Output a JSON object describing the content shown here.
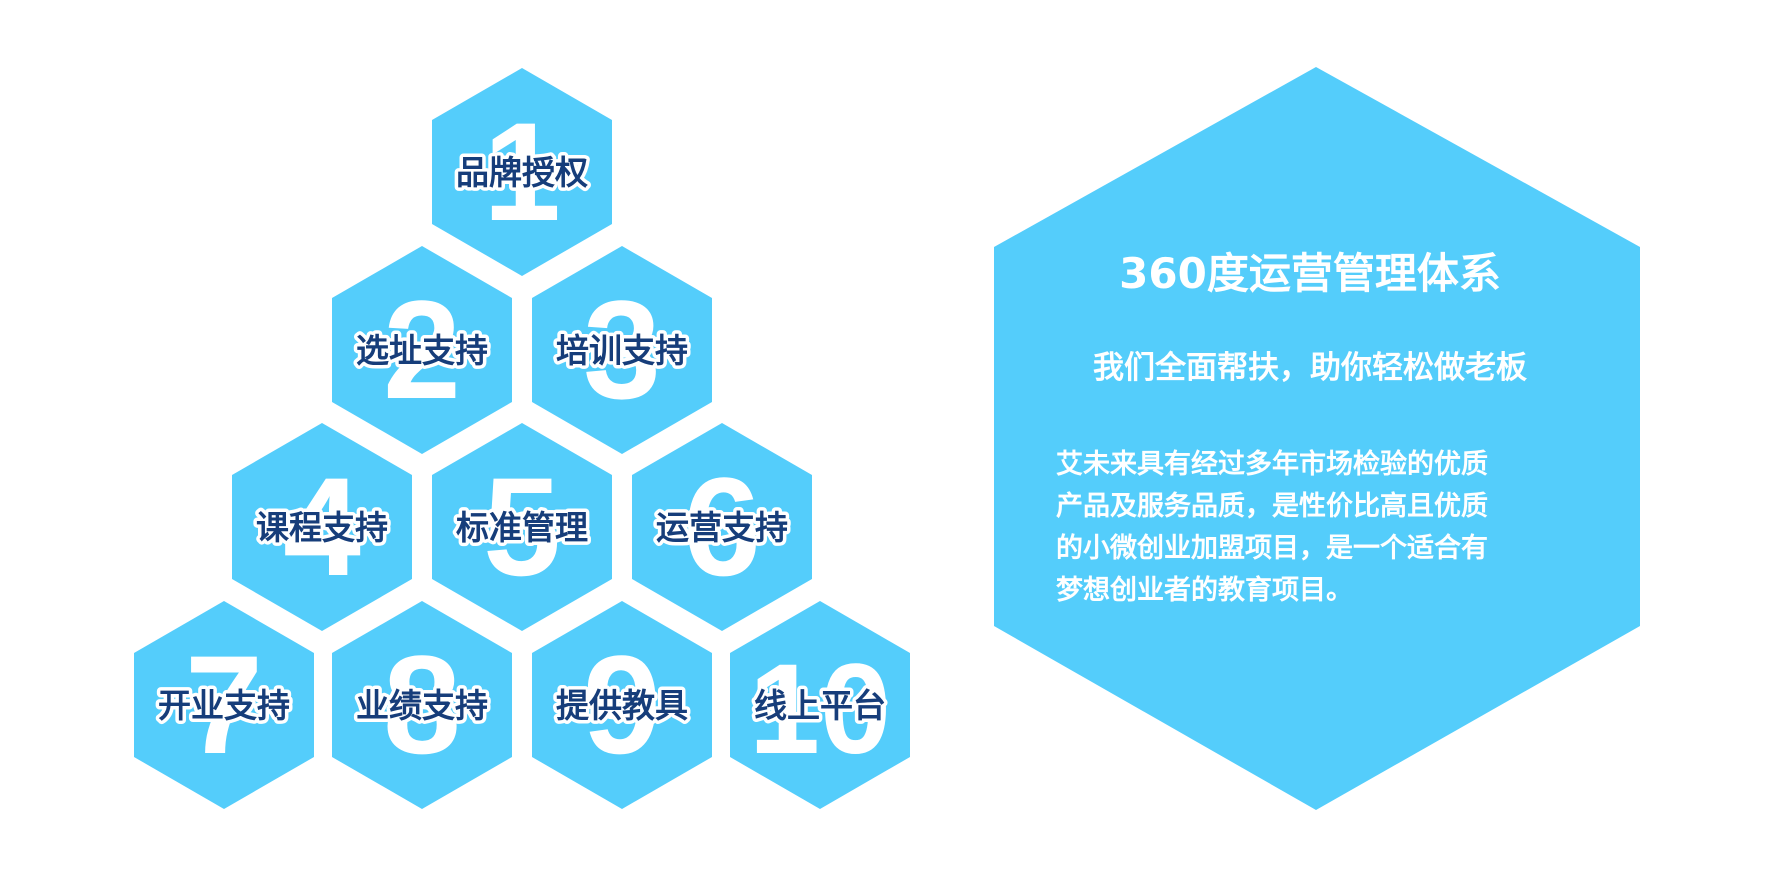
{
  "colors": {
    "hex_fill": "#54cdfb",
    "label_text": "#163d7a",
    "number": "#ffffff",
    "panel_text": "#ffffff"
  },
  "hexes": [
    {
      "number": "1",
      "label": "品牌授权"
    },
    {
      "number": "2",
      "label": "选址支持"
    },
    {
      "number": "3",
      "label": "培训支持"
    },
    {
      "number": "4",
      "label": "课程支持"
    },
    {
      "number": "5",
      "label": "标准管理"
    },
    {
      "number": "6",
      "label": "运营支持"
    },
    {
      "number": "7",
      "label": "开业支持"
    },
    {
      "number": "8",
      "label": "业绩支持"
    },
    {
      "number": "9",
      "label": "提供教具"
    },
    {
      "number": "10",
      "label": "线上平台"
    }
  ],
  "panel": {
    "title": "360度运营管理体系",
    "subtitle": "我们全面帮扶，助你轻松做老板",
    "body_lines": [
      "艾未来具有经过多年市场检验的优质",
      "产品及服务品质，是性价比高且优质",
      "的小微创业加盟项目，是一个适合有",
      "梦想创业者的教育项目。"
    ]
  }
}
